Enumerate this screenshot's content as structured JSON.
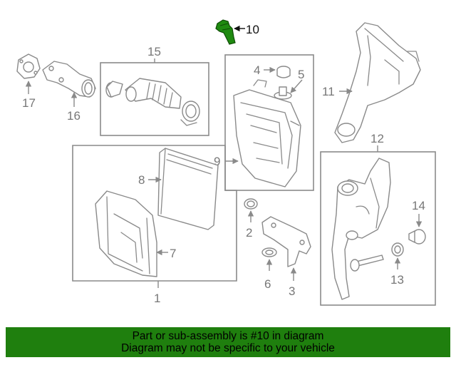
{
  "callouts": {
    "c1": "1",
    "c2": "2",
    "c3": "3",
    "c4": "4",
    "c5": "5",
    "c6": "6",
    "c7": "7",
    "c8": "8",
    "c9": "9",
    "c10": "10",
    "c11": "11",
    "c12": "12",
    "c13": "13",
    "c14": "14",
    "c15": "15",
    "c16": "16",
    "c17": "17"
  },
  "highlight_color": "#1f8a10",
  "banner": {
    "line1": "Part or sub-assembly is #10 in diagram",
    "line2": "Diagram may not be specific to your vehicle",
    "background": "#1f7f0e"
  }
}
